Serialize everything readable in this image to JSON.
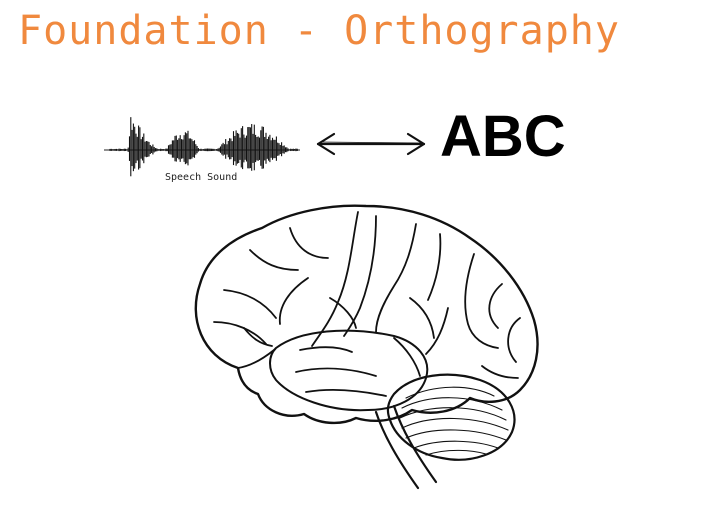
{
  "title": "Foundation - Orthography",
  "waveform": {
    "label": "Speech Sound"
  },
  "letters": "ABC",
  "colors": {
    "title": "#f0893e",
    "ink": "#111111"
  },
  "icons": {
    "waveform": "waveform-icon",
    "arrow": "double-arrow-icon",
    "brain": "brain-icon"
  }
}
